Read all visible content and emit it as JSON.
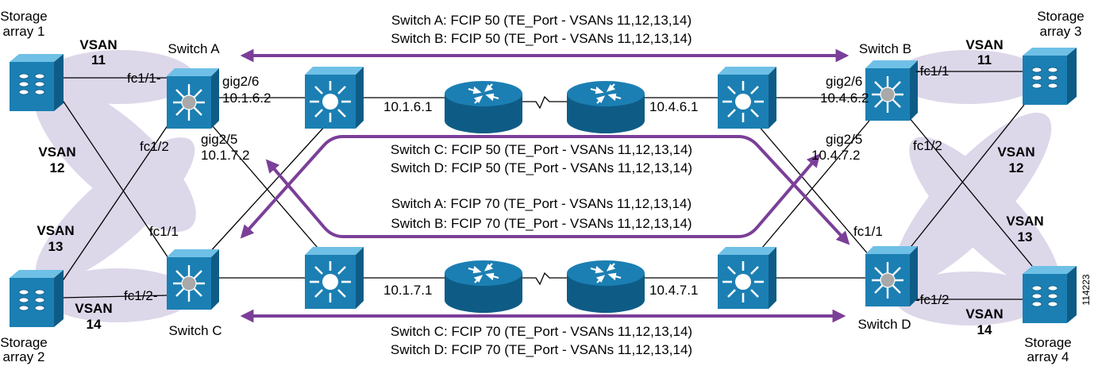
{
  "colors": {
    "device": "#1b7fb3",
    "device_light": "#6fc0e6",
    "device_dark": "#0e5c86",
    "arrow": "#7b3f98",
    "vsan_fill": "#ddd7ea"
  },
  "storage": {
    "s1": [
      "Storage",
      "array 1"
    ],
    "s2": [
      "Storage",
      "array 2"
    ],
    "s3": [
      "Storage",
      "array 3"
    ],
    "s4": [
      "Storage",
      "array 4"
    ]
  },
  "switches": {
    "a": "Switch A",
    "b": "Switch B",
    "c": "Switch C",
    "d": "Switch D"
  },
  "vsan": {
    "s1": [
      "VSAN",
      "11"
    ],
    "l12": [
      "VSAN",
      "12"
    ],
    "l13": [
      "VSAN",
      "13"
    ],
    "s2": [
      "VSAN",
      "14"
    ],
    "s3": [
      "VSAN",
      "11"
    ],
    "r12": [
      "VSAN",
      "12"
    ],
    "r13": [
      "VSAN",
      "13"
    ],
    "s4": [
      "VSAN",
      "14"
    ]
  },
  "ports": {
    "a_fc11": "fc1/1-",
    "a_fc12": "fc1/2",
    "a_gig26": "gig2/6",
    "a_ip26": "10.1.6.2",
    "a_gig25": "gig2/5",
    "a_ip25": "10.1.7.2",
    "c_fc11": "fc1/1",
    "c_fc12": "fc1/2-",
    "b_fc11": "-fc1/1",
    "b_fc12": "fc1/2",
    "b_gig26": "gig2/6",
    "b_ip26": "10.4.6.2",
    "b_gig25": "gig2/5",
    "b_ip25": "10.4.7.2",
    "d_fc11": "fc1/1",
    "d_fc12": "-fc1/2",
    "r1_ip": "10.1.6.1",
    "r2_ip": "10.4.6.1",
    "r3_ip": "10.1.7.1",
    "r4_ip": "10.4.7.1"
  },
  "captions": {
    "top_1": "Switch A: FCIP 50 (TE_Port - VSANs 11,12,13,14)",
    "top_2": "Switch B: FCIP 50 (TE_Port - VSANs 11,12,13,14)",
    "mid_1": "Switch C: FCIP 50 (TE_Port - VSANs 11,12,13,14)",
    "mid_2": "Switch D: FCIP 50 (TE_Port - VSANs 11,12,13,14)",
    "mid_3": "Switch A: FCIP 70 (TE_Port - VSANs 11,12,13,14)",
    "mid_4": "Switch B: FCIP 70 (TE_Port - VSANs 11,12,13,14)",
    "bot_1": "Switch C: FCIP 70 (TE_Port - VSANs 11,12,13,14)",
    "bot_2": "Switch D: FCIP 70 (TE_Port - VSANs 11,12,13,14)"
  },
  "figure_id": "114223",
  "icons": {
    "storage": "storage-array-icon",
    "fabric_switch": "mds-switch-icon",
    "l3_switch": "layer3-switch-icon",
    "router": "router-icon"
  }
}
